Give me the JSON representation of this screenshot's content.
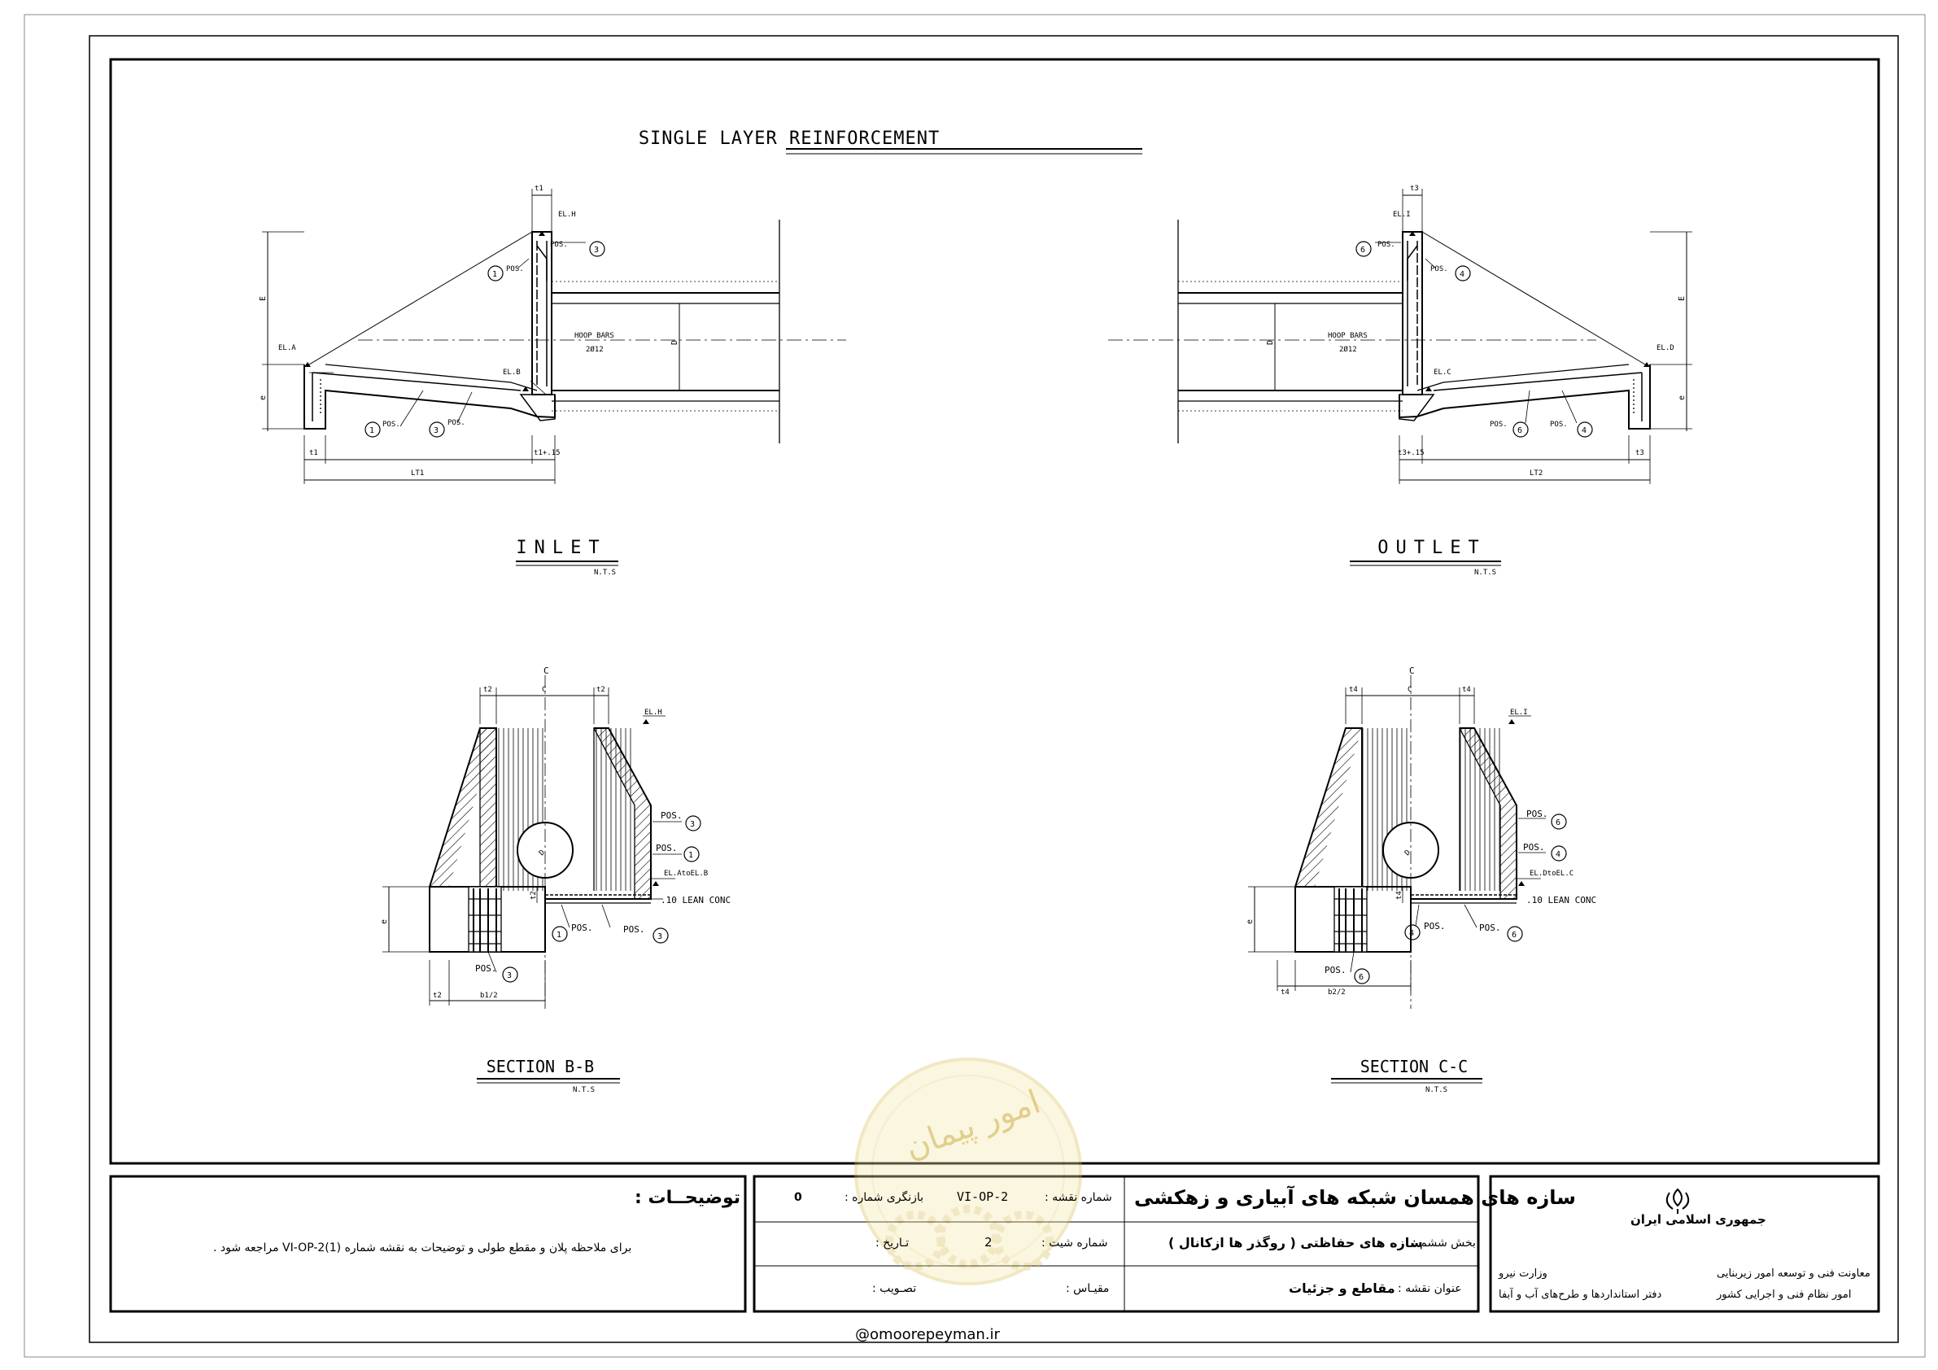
{
  "drawing": {
    "main_title": "SINGLE LAYER REINFORCEMENT",
    "inlet": {
      "title": "INLET",
      "scale": "N.T.S",
      "dims": {
        "t1": "t1",
        "t1p": "t1+.15",
        "lt": "LT1",
        "e_upper": "E",
        "e_lower": "e",
        "d": "D"
      },
      "elevations": {
        "top": "EL.H",
        "left": "EL.A",
        "bottom": "EL.B"
      },
      "hoop": "HOOP BARS",
      "hoop_size": "2Ø12",
      "pos": "POS.",
      "pos_nums": [
        "1",
        "3",
        "1",
        "3"
      ]
    },
    "outlet": {
      "title": "OUTLET",
      "scale": "N.T.S",
      "dims": {
        "t3": "t3",
        "t3p": "t3+.15",
        "lt": "LT2",
        "e_upper": "E",
        "e_lower": "e",
        "d": "D"
      },
      "elevations": {
        "top": "EL.I",
        "right": "EL.D",
        "bottom": "EL.C"
      },
      "hoop": "HOOP BARS",
      "hoop_size": "2Ø12",
      "pos": "POS.",
      "pos_nums": [
        "6",
        "4",
        "6",
        "4"
      ]
    },
    "section_bb": {
      "title": "SECTION B-B",
      "scale": "N.T.S",
      "cl": "C",
      "dims": {
        "t2a": "t2",
        "c": "C",
        "t2b": "t2",
        "t2v": "t2",
        "e": "e",
        "t2c": "t2",
        "b": "b1/2",
        "d": "D"
      },
      "elevations": {
        "top": "EL.H",
        "mid": "EL.AtoEL.B"
      },
      "lean": ".10 LEAN CONC",
      "pos": "POS.",
      "pos_nums": [
        "3",
        "1",
        "1",
        "3",
        "3"
      ]
    },
    "section_cc": {
      "title": "SECTION C-C",
      "scale": "N.T.S",
      "cl": "C",
      "dims": {
        "t4a": "t4",
        "c": "C",
        "t4b": "t4",
        "t4v": "t4",
        "e": "e",
        "t4c": "t4",
        "b": "b2/2",
        "d": "D"
      },
      "elevations": {
        "top": "EL.I",
        "mid": "EL.DtoEL.C"
      },
      "lean": ".10 LEAN CONC",
      "pos": "POS.",
      "pos_nums": [
        "6",
        "4",
        "4",
        "6",
        "6"
      ]
    }
  },
  "title_block": {
    "notes_title": "توضیحــات :",
    "notes_text": "برای ملاحظه پلان و مقطع طولی و توضیحات به نقشه شماره (VI-OP-2(1 مراجعه شود .",
    "revision_label": "بازنگری شماره :",
    "revision_value": "0",
    "drawing_no_label": "شماره نقشه :",
    "drawing_no_value": "VI-OP-2",
    "sheet_label": "شماره شیت :",
    "sheet_value": "2",
    "date_label": "تـاریخ :",
    "scale_label": "مقیـاس :",
    "approval_label": "تصـویب :",
    "project_title": "سازه های همسان شبکه های آبیاری و زهکشی",
    "section_label": "بخش ششم :",
    "section_value": "سازه های حفاظتی ( روگذر ها ازکانال )",
    "drawing_title_label": "عنوان نقشه :",
    "drawing_title_value": "مقاطع و جزئیات",
    "country": "جمهوری اسلامی ایران",
    "org_line1": "معاونت فنی و توسعه امور زیربنایی",
    "org_line2": "امور نظام فنی و اجرایی کشور",
    "ministry": "وزارت نیرو",
    "office": "دفتر استانداردها و طرح‌های آب و آبفا"
  },
  "watermark": {
    "logo_text": "امور پیمان",
    "url": "@omoorepeyman.ir"
  }
}
